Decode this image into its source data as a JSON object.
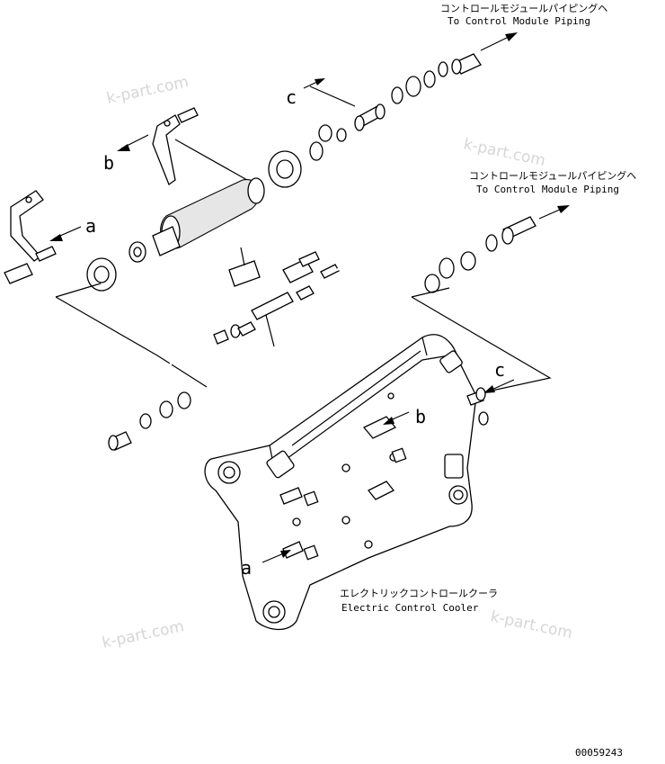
{
  "labels": {
    "top_jp": "コントロールモジュールパイピングヘ",
    "top_en": "To Control Module Piping",
    "mid_jp": "コントロールモジュールパイピングヘ",
    "mid_en": "To Control Module Piping",
    "bottom_jp": "エレクトリックコントロールクーラ",
    "bottom_en": "Electric Control Cooler",
    "callout_a": "a",
    "callout_b": "b",
    "callout_c": "c",
    "ref_a": "a",
    "ref_b": "b",
    "ref_c": "c",
    "drawing_number": "00059243"
  },
  "watermarks": [
    "k-part.com",
    "k-part.com",
    "k-part.com",
    "k-part.com"
  ]
}
